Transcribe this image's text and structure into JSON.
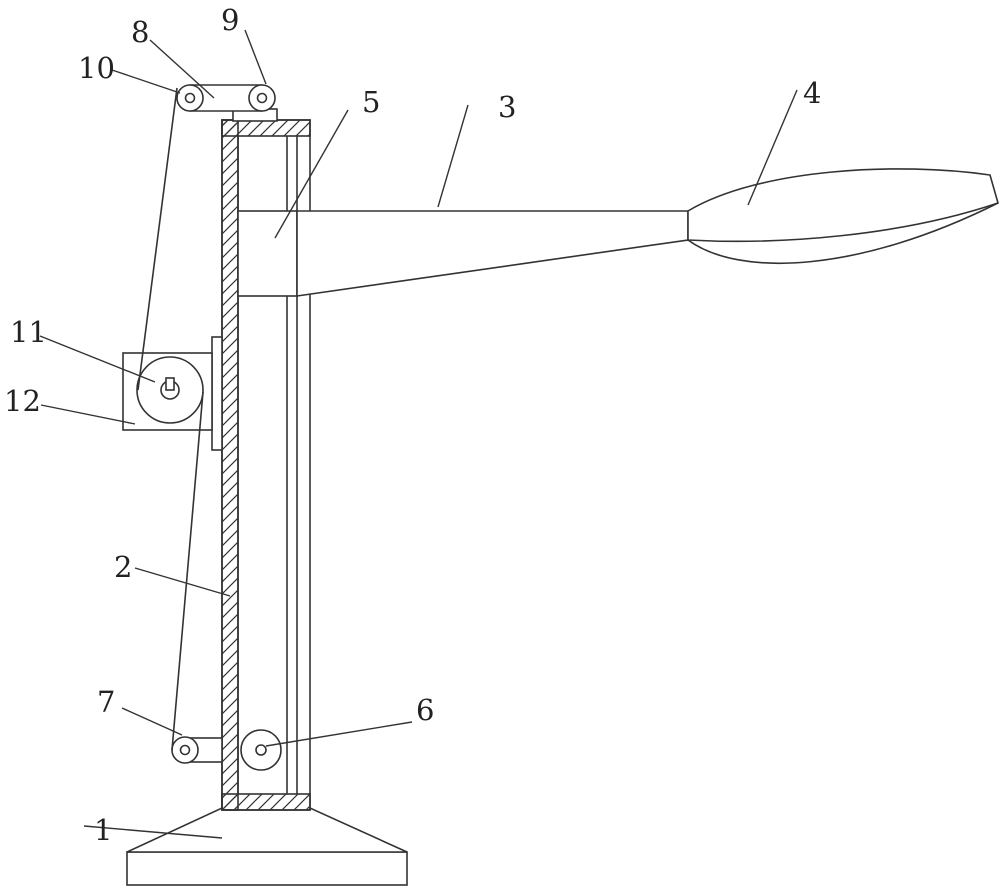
{
  "colors": {
    "line": "#333333",
    "text": "#222222",
    "background": "#ffffff"
  },
  "labels": {
    "l1": "1",
    "l2": "2",
    "l3": "3",
    "l4": "4",
    "l5": "5",
    "l6": "6",
    "l7": "7",
    "l8": "8",
    "l9": "9",
    "l10": "10",
    "l11": "11",
    "l12": "12"
  }
}
